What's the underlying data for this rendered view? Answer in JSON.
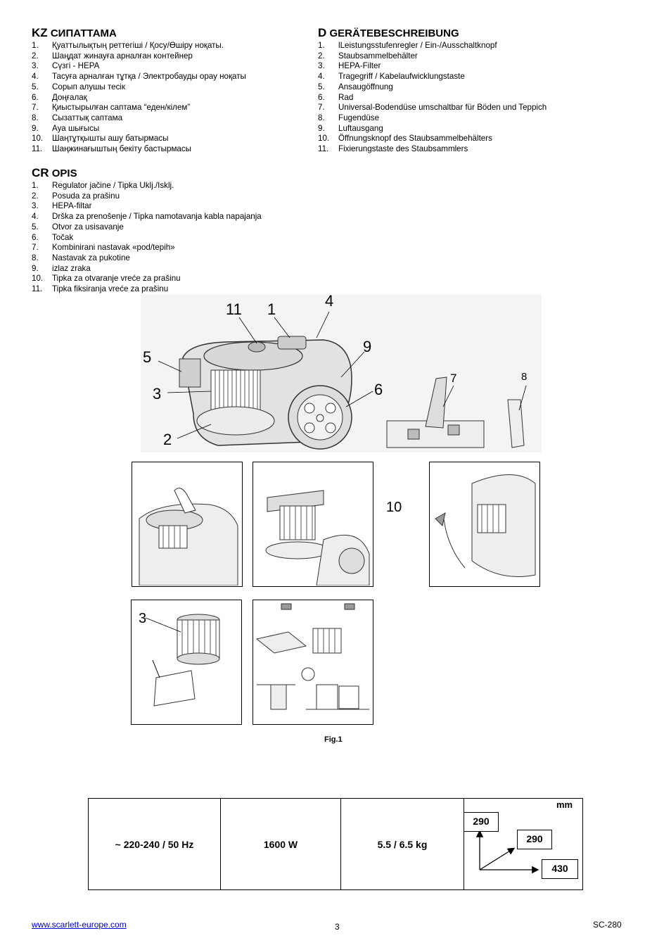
{
  "kz": {
    "code": "KZ",
    "title": "СИПАТТАМА",
    "items": [
      {
        "n": "1.",
        "t": "Қуаттылықтың реттегіші / Қосу/Өшіру ноқаты."
      },
      {
        "n": "2.",
        "t": "Шаңдат жинауға арналған  контейнер"
      },
      {
        "n": "3.",
        "t": "Сүзгі - HEPA"
      },
      {
        "n": "4.",
        "t": "Тасуға арналған тұтқа / Электробауды орау ноқаты"
      },
      {
        "n": "5.",
        "t": "Сорып алушы тесік"
      },
      {
        "n": "6.",
        "t": "Доңғалақ"
      },
      {
        "n": "7.",
        "t": "Қиыстырылған саптама “еден/кілем”"
      },
      {
        "n": "8.",
        "t": "Сызаттық саптама"
      },
      {
        "n": "9.",
        "t": "Ауа шығысы"
      },
      {
        "n": "10.",
        "t": "Шаңтұтқышты ашу батырмасы"
      },
      {
        "n": "11.",
        "t": "Шаңжинағыштың бекіту бастырмасы"
      }
    ]
  },
  "d": {
    "code": "D",
    "title": "GERÄTEBESCHREIBUNG",
    "items": [
      {
        "n": "1.",
        "t": "lLeistungsstufenregler / Ein-/Ausschaltknopf"
      },
      {
        "n": "2.",
        "t": "Staubsammelbehälter"
      },
      {
        "n": "3.",
        "t": "HEPA-Filter"
      },
      {
        "n": "4.",
        "t": "Tragegriff / Kabelaufwicklungstaste"
      },
      {
        "n": "5.",
        "t": "Ansaugöffnung"
      },
      {
        "n": "6.",
        "t": "Rad"
      },
      {
        "n": "7.",
        "t": "Universal-Bodendüse umschaltbar für Böden und Teppich"
      },
      {
        "n": "8.",
        "t": "Fugendüse"
      },
      {
        "n": "9.",
        "t": "Luftausgang"
      },
      {
        "n": "10.",
        "t": "Öffnungsknopf des Staubsammelbehälters"
      },
      {
        "n": "11.",
        "t": "Fixierungstaste des Staubsammlers"
      }
    ]
  },
  "cr": {
    "code": "CR",
    "title": "OPIS",
    "items": [
      {
        "n": "1.",
        "t": "Regulator jačine / Tipka Uklj./Isklj."
      },
      {
        "n": "2.",
        "t": "Posuda za prašinu"
      },
      {
        "n": "3.",
        "t": "HEPA-filtar"
      },
      {
        "n": "4.",
        "t": "Drška za prenošenje / Tipka namotavanja kabla napajanja"
      },
      {
        "n": "5.",
        "t": "Otvor za usisavanje"
      },
      {
        "n": "6.",
        "t": "Točak"
      },
      {
        "n": "7.",
        "t": "Kombinirani nastavak «pod/tepih»"
      },
      {
        "n": "8.",
        "t": "Nastavak za pukotine"
      },
      {
        "n": "9.",
        "t": "izlaz zraka"
      },
      {
        "n": "10.",
        "t": "Tipka za otvaranje vreće za prašinu"
      },
      {
        "n": "11.",
        "t": "Tipka fiksiranja vreće za prašinu"
      }
    ]
  },
  "figure": {
    "callouts": {
      "c11": "11",
      "c1": "1",
      "c4": "4",
      "c9": "9",
      "c5": "5",
      "c3": "3",
      "c6": "6",
      "c2": "2",
      "c7": "7",
      "c8": "8",
      "c10": "10",
      "c3b": "3"
    },
    "caption": "Fig.1"
  },
  "specs": {
    "voltage": "~ 220-240 / 50 Hz",
    "power": "1600 W",
    "weight": "5.5 / 6.5 kg",
    "dim_unit": "mm",
    "dim_height": "290",
    "dim_width": "290",
    "dim_length": "430"
  },
  "footer": {
    "website": "www.scarlett-europe.com",
    "page": "3",
    "model": "SC-280"
  }
}
